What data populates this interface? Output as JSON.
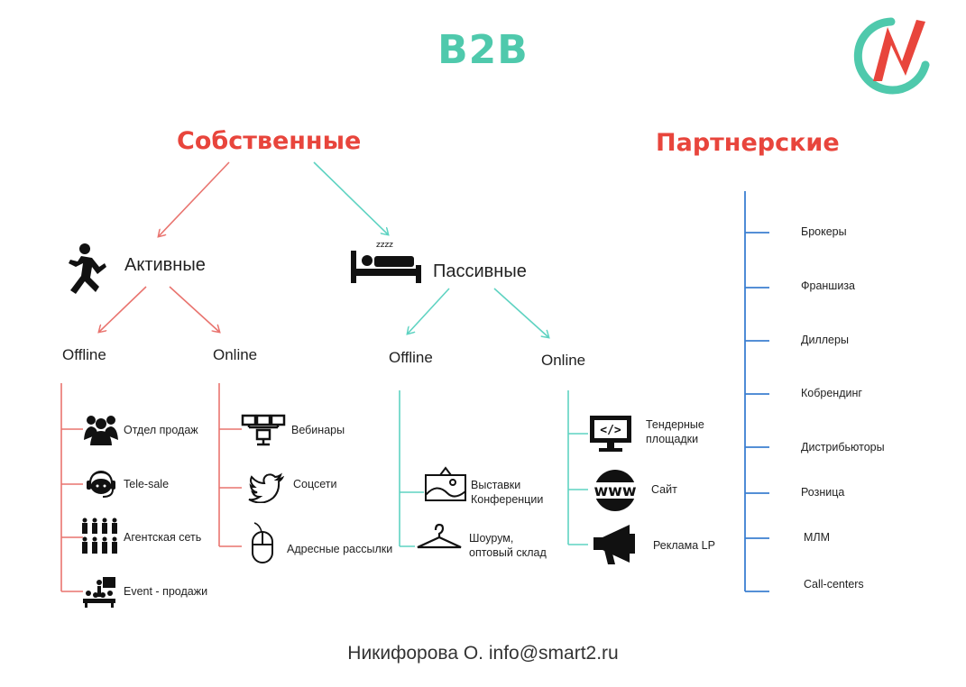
{
  "title": "B2B",
  "own": {
    "heading": "Собственные",
    "active": {
      "label": "Активные",
      "offline": {
        "label": "Offline",
        "items": [
          "Отдел продаж",
          "Tele-sale",
          "Агентская сеть",
          "Event - продажи"
        ]
      },
      "online": {
        "label": "Online",
        "items": [
          "Вебинары",
          "Соцсети",
          "Адресные рассылки"
        ]
      }
    },
    "passive": {
      "label": "Пассивные",
      "offline": {
        "label": "Offline",
        "items": [
          "Выставки\nКонференции",
          "Шоурум,\nоптовый склад"
        ]
      },
      "online": {
        "label": "Online",
        "items": [
          "Тендерные\nплощадки",
          "Сайт",
          "Реклама LP"
        ]
      }
    }
  },
  "partner": {
    "heading": "Партнерские",
    "items": [
      "Брокеры",
      "Франшиза",
      "Диллеры",
      "Кобрендинг",
      "Дистрибьюторы",
      "Розница",
      "МЛМ",
      "Call-centers"
    ]
  },
  "www_text": "www",
  "footer": "Никифорова О. info@smart2.ru",
  "colors": {
    "title": "#4fc9ac",
    "heading_red": "#e8453c",
    "red_line": "#e9746f",
    "teal_line": "#5fd3c2",
    "blue_line": "#3b7fd1"
  },
  "icons": {
    "logo": "smart2-logo",
    "active": "running-man-icon",
    "passive": "sleeping-in-bed-icon",
    "sales_dept": "team-icon",
    "telesale": "headset-operator-icon",
    "agent_net": "people-grid-icon",
    "event": "presentation-icon",
    "webinar": "network-computers-icon",
    "social": "twitter-bird-icon",
    "mailing": "mouse-icon",
    "exhibitions": "exhibition-board-icon",
    "showroom": "hanger-icon",
    "tenders": "code-monitor-icon",
    "site": "www-icon",
    "ads": "megaphone-icon"
  }
}
